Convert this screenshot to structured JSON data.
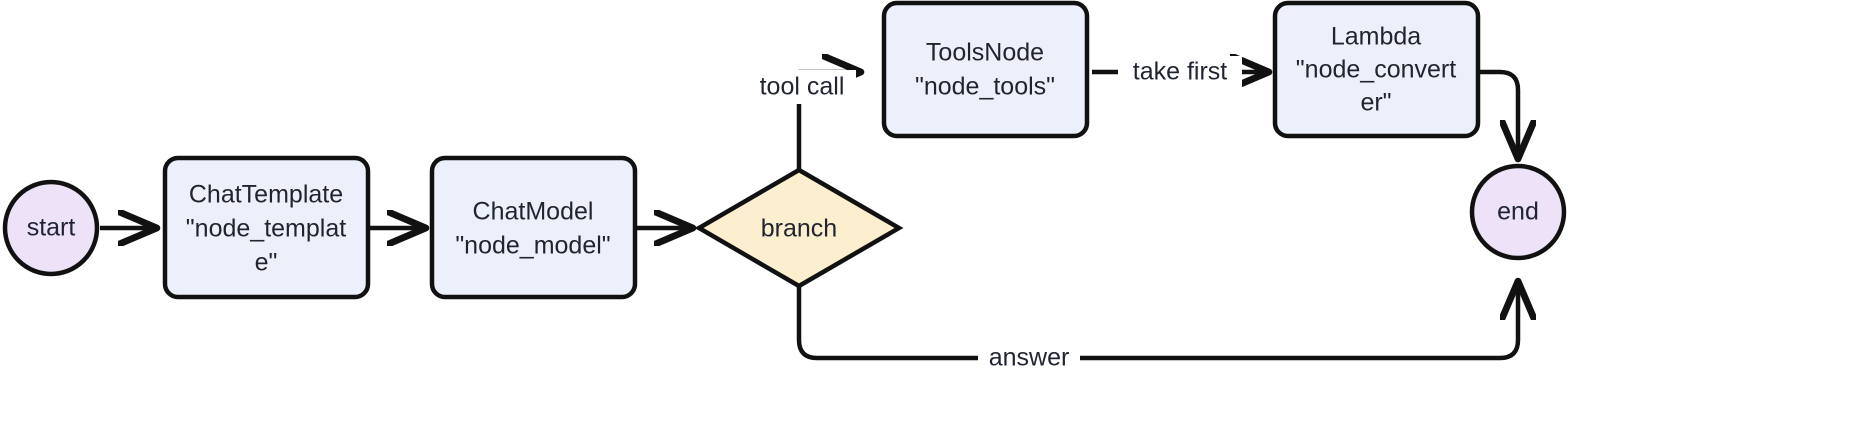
{
  "diagram": {
    "type": "flowchart",
    "direction": "left-to-right",
    "background_color": "#ffffff",
    "stroke_color": "#111111",
    "text_color": "#1f2430",
    "nodes": [
      {
        "id": "start",
        "shape": "circle",
        "label": "start",
        "fill": "#EDE2F8"
      },
      {
        "id": "node_template",
        "shape": "rounded-rect",
        "label_line1": "ChatTemplate",
        "label_line2": "\"node_templat",
        "label_line3": "e\"",
        "fill": "#ECF0FB"
      },
      {
        "id": "node_model",
        "shape": "rounded-rect",
        "label_line1": "ChatModel",
        "label_line2": "\"node_model\"",
        "label_line3": "",
        "fill": "#ECF0FB"
      },
      {
        "id": "branch",
        "shape": "diamond",
        "label": "branch",
        "fill": "#FCEFCF"
      },
      {
        "id": "node_tools",
        "shape": "rounded-rect",
        "label_line1": "ToolsNode",
        "label_line2": "\"node_tools\"",
        "label_line3": "",
        "fill": "#ECF0FB"
      },
      {
        "id": "node_converter",
        "shape": "rounded-rect",
        "label_line1": "Lambda",
        "label_line2": "\"node_convert",
        "label_line3": "er\"",
        "fill": "#ECF0FB"
      },
      {
        "id": "end",
        "shape": "circle",
        "label": "end",
        "fill": "#EDE2F8"
      }
    ],
    "edges": [
      {
        "from": "start",
        "to": "node_template",
        "label": ""
      },
      {
        "from": "node_template",
        "to": "node_model",
        "label": ""
      },
      {
        "from": "node_model",
        "to": "branch",
        "label": ""
      },
      {
        "from": "branch",
        "to": "node_tools",
        "label": "tool call"
      },
      {
        "from": "node_tools",
        "to": "node_converter",
        "label": "take first"
      },
      {
        "from": "node_converter",
        "to": "end",
        "label": ""
      },
      {
        "from": "branch",
        "to": "end",
        "label": "answer"
      }
    ]
  }
}
